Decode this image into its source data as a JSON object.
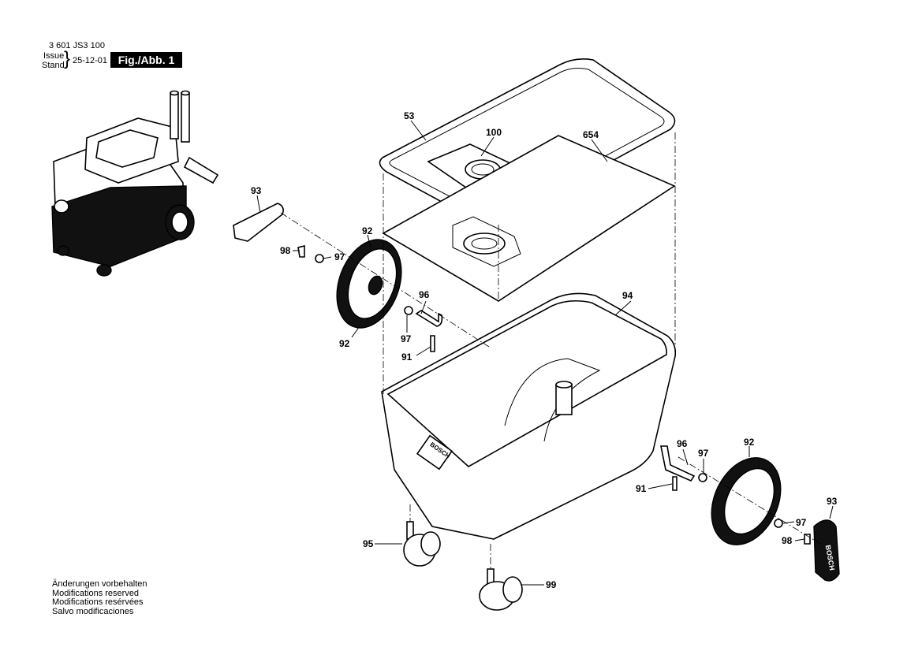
{
  "header": {
    "part_number": "3 601 JS3 100",
    "issue_label": "Issue",
    "stand_label": "Stand",
    "issue_date": "25-12-01",
    "figure_label": "Fig./Abb. 1"
  },
  "footer": {
    "lines": [
      "Änderungen vorbehalten",
      "Modifications reserved",
      "Modifications resérvées",
      "Salvo modificaciones"
    ]
  },
  "callouts": {
    "c53": "53",
    "c100": "100",
    "c654": "654",
    "c93_left": "93",
    "c92_top": "92",
    "c98_left": "98",
    "c97_left": "97",
    "c96_left": "96",
    "c94": "94",
    "c92_left_bottom": "92",
    "c97_left_bottom": "97",
    "c91_left": "91",
    "c92_right": "92",
    "c96_right": "96",
    "c97_right_top": "97",
    "c91_right": "91",
    "c93_right": "93",
    "c97_right": "97",
    "c98_right": "98",
    "c95": "95",
    "c99": "99"
  },
  "logo_text": "BOSCH"
}
